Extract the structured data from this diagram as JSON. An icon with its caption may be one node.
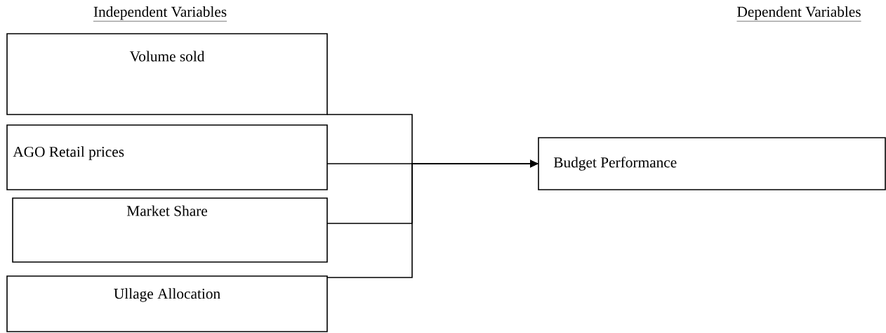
{
  "diagram": {
    "nodes": [
      {
        "text": [
          "Volume sold"
        ]
      },
      {
        "text": [
          "AGO Retail prices"
        ]
      },
      {
        "text": [
          "Market Share"
        ]
      },
      {
        "text": [
          "Ullage Allocation"
        ]
      },
      {
        "text": [
          "Budget Performance"
        ]
      }
    ],
    "edges": [
      {
        "from": 0,
        "to": 4,
        "arrow": "to"
      },
      {
        "from": 1,
        "to": 4,
        "arrow": "to"
      },
      {
        "from": 2,
        "to": 4,
        "arrow": "to"
      },
      {
        "from": 3,
        "to": 4,
        "arrow": "to"
      }
    ],
    "labels": [
      "Independent Variables",
      "Dependent Variables"
    ]
  }
}
